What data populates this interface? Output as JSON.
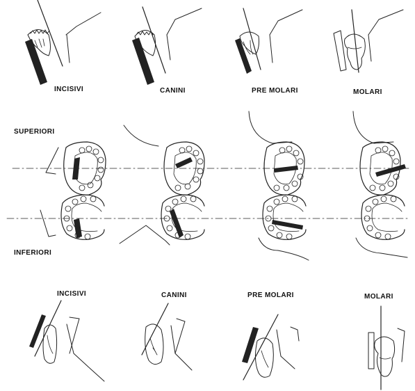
{
  "top_row": {
    "labels": [
      "INCISIVI",
      "CANINI",
      "PRE MOLARI",
      "MOLARI"
    ]
  },
  "middle_rows": {
    "upper_label": "SUPERIORI",
    "lower_label": "INFERIORI"
  },
  "bottom_row": {
    "labels": [
      "INCISIVI",
      "CANINI",
      "PRE MOLARI",
      "MOLARI"
    ]
  }
}
